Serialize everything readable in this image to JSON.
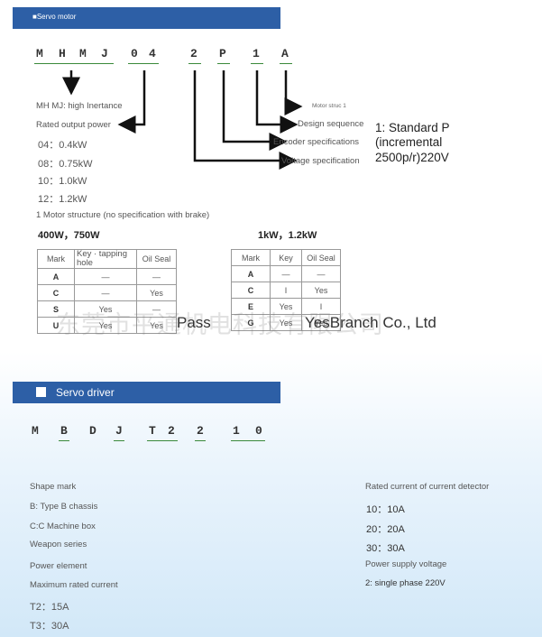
{
  "motor": {
    "banner": "■Servo motor",
    "code": [
      "M",
      "H",
      "M",
      "J",
      "0",
      "4",
      "2",
      "P",
      "1",
      "A"
    ],
    "mhmj": "MH MJ: high Inertance",
    "rated_output": "Rated output power",
    "powers": [
      "04：0.4kW",
      "08：0.75kW",
      "10：1.0kW",
      "12：1.2kW"
    ],
    "structure_note": "1 Motor structure (no specification with brake)",
    "motor_struc": "Motor struc 1",
    "design_seq": "Design sequence",
    "encoder_spec": "Encoder specifications",
    "voltage_spec": "Voltage specification",
    "encoder_detail": [
      "1: Standard P",
      "(incremental",
      "2500p/r)220V"
    ],
    "group_a_title": "400W，750W",
    "group_b_title": "1kW，1.2kW",
    "table_a": {
      "headers": [
        "Mark",
        "Key · tapping hole",
        "Oil Seal"
      ],
      "rows": [
        [
          "A",
          "—",
          "—"
        ],
        [
          "C",
          "—",
          "Yes"
        ],
        [
          "S",
          "Yes",
          "—"
        ],
        [
          "U",
          "Yes",
          "Yes"
        ]
      ]
    },
    "table_b": {
      "headers": [
        "Mark",
        "Key",
        "Oil Seal"
      ],
      "rows": [
        [
          "A",
          "—",
          "—"
        ],
        [
          "C",
          "I",
          "Yes"
        ],
        [
          "E",
          "Yes",
          "I"
        ],
        [
          "G",
          "Yes",
          "Yes"
        ]
      ]
    },
    "watermark": "东莞市平通机电科技有限公司",
    "watermark_en": "Pass",
    "watermark_en2": "YesBranch Co., Ltd"
  },
  "driver": {
    "banner": "Servo driver",
    "code": [
      "M",
      "B",
      "D",
      "J",
      "T",
      "2",
      "2",
      "1",
      "0"
    ],
    "shape_mark": "Shape mark",
    "type_b": "B: Type B chassis",
    "type_c": "C:C Machine box",
    "weapon_series": "Weapon series",
    "power_element": "Power element",
    "max_current": "Maximum rated current",
    "currents": [
      "T2：15A",
      "T3：30A"
    ],
    "rated_current_detector": "Rated current of current detector",
    "detector_values": [
      "10：10A",
      "20：20A",
      "30：30A"
    ],
    "power_supply": "Power supply voltage",
    "single_phase": "2: single phase 220V"
  }
}
